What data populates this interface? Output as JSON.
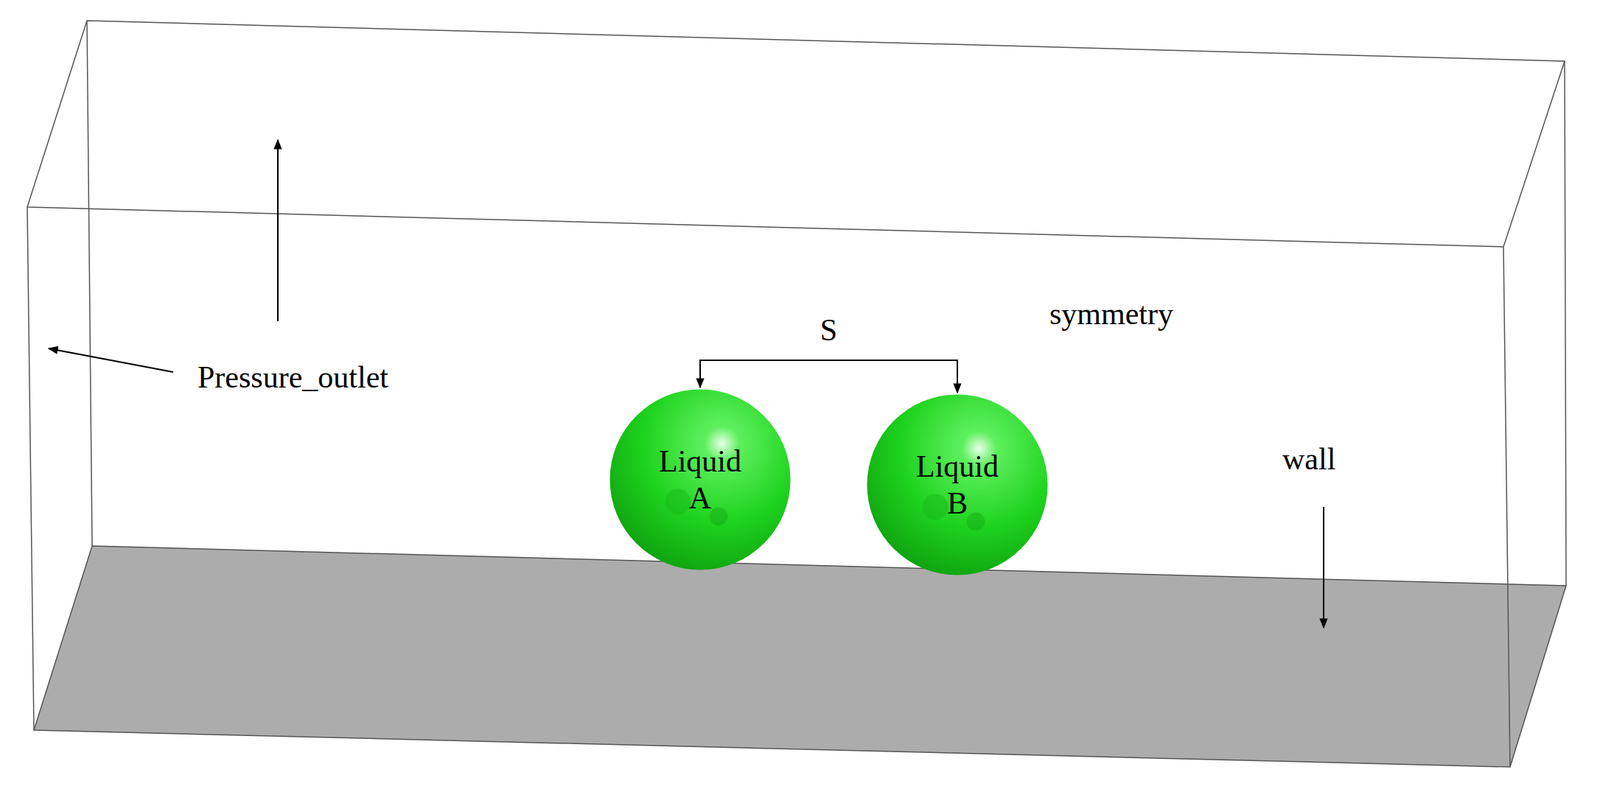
{
  "diagram": {
    "nodes": [
      {
        "text": [
          "Liquid A"
        ]
      },
      {
        "text": [
          "Liquid B"
        ]
      }
    ],
    "edges": [
      {
        "from": 0,
        "to": 1,
        "arrow": "both",
        "label": "S"
      }
    ],
    "labels": [
      "Pressure_outlet",
      "symmetry",
      "wall"
    ]
  }
}
